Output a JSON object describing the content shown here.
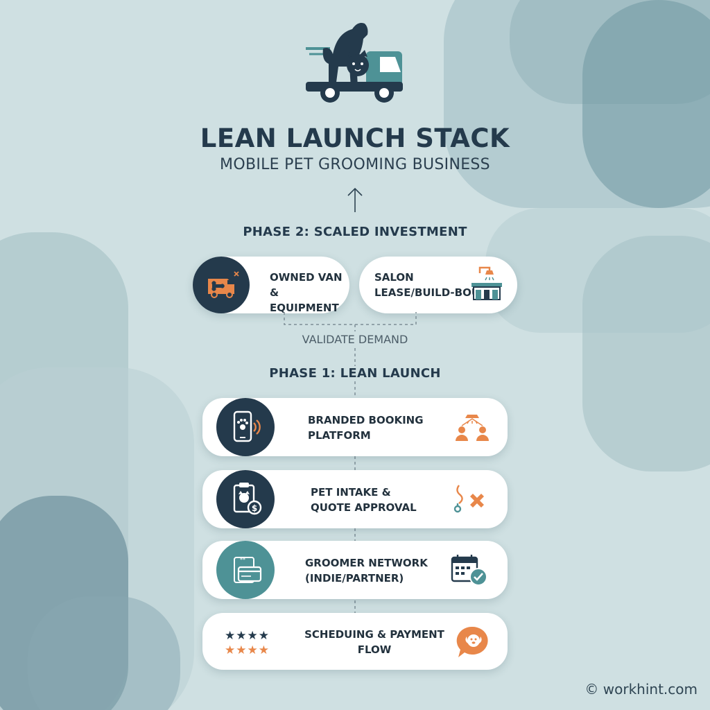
{
  "header": {
    "title": "LEAN LAUNCH STACK",
    "subtitle": "MOBILE PET GROOMING BUSINESS"
  },
  "phase2": {
    "heading": "PHASE 2: SCALED INVESTMENT",
    "items": [
      {
        "label": "OWNED VAN\n& EQUIPMENT",
        "icon": "van-icon"
      },
      {
        "label": "SALON\nLEASE/BUILD-BOUT",
        "icon": "salon-icon"
      }
    ]
  },
  "connector_label": "VALIDATE DEMAND",
  "phase1": {
    "heading": "PHASE 1: LEAN LAUNCH",
    "items": [
      {
        "label": "BRANDED BOOKING\nPLATFORM",
        "left_icon": "phone-paw-icon",
        "right_icon": "team-icon"
      },
      {
        "label": "PET INTAKE &\nQUOTE APPROVAL",
        "left_icon": "clipboard-dollar-icon",
        "right_icon": "leash-icon"
      },
      {
        "label": "GROOMER NETWORK\n(INDIE/PARTNER)",
        "left_icon": "credit-card-icon",
        "right_icon": "calendar-check-icon"
      },
      {
        "label": "SCHEDUING & PAYMENT\nFLOW",
        "left_icon": "star-rating-icon",
        "right_icon": "chat-dog-icon"
      }
    ]
  },
  "watermark": "© workhint.com",
  "colors": {
    "navy": "#243a4c",
    "teal": "#4e9296",
    "orange": "#e8874a",
    "card": "#ffffff",
    "background": "#cfe0e2"
  }
}
